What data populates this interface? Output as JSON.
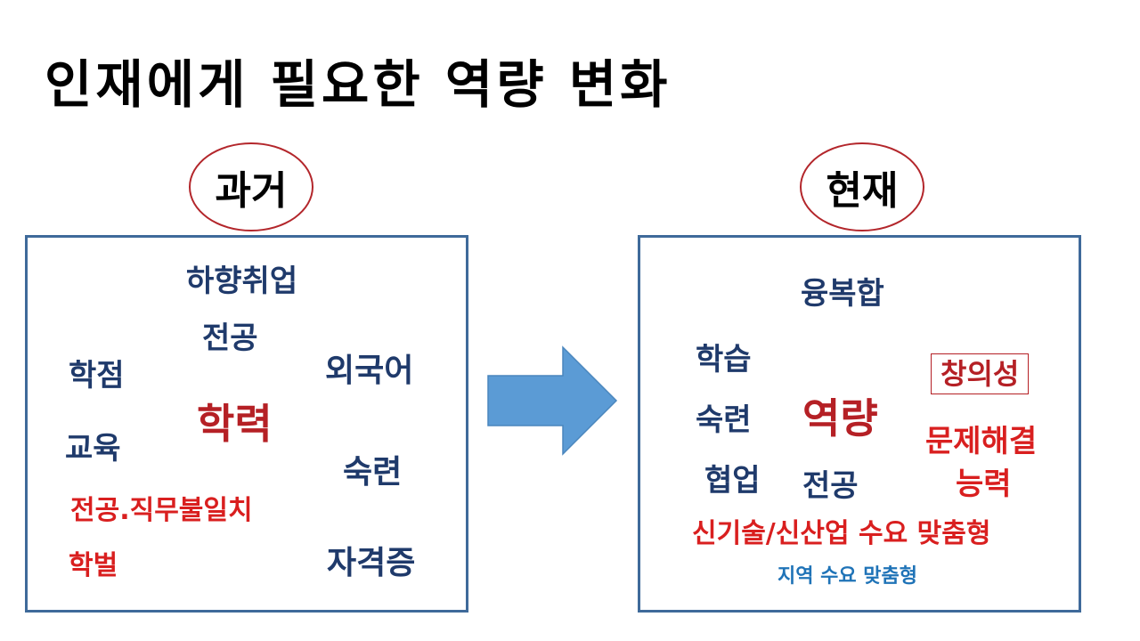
{
  "slide": {
    "title": "인재에게 필요한 역량 변화"
  },
  "past": {
    "label": "과거",
    "keywords": {
      "downward_employment": "하향취업",
      "major": "전공",
      "grades": "학점",
      "foreign_language": "외국어",
      "academic_background": "학력",
      "education": "교육",
      "skill": "숙련",
      "major_job_mismatch": "전공.직무불일치",
      "school_clique": "학벌",
      "certificate": "자격증"
    }
  },
  "present": {
    "label": "현재",
    "keywords": {
      "convergence": "융복합",
      "learning": "학습",
      "creativity": "창의성",
      "skill": "숙련",
      "competency": "역량",
      "problem_solving_line1": "문제해결",
      "problem_solving_line2": "능력",
      "collaboration": "협업",
      "major": "전공",
      "new_tech_demand": "신기술/신산업 수요 맞춤형",
      "regional_demand": "지역 수요 맞춤형"
    }
  },
  "colors": {
    "box_border": "#3f6a9a",
    "circle_border": "#b3262b",
    "arrow_fill": "#5b9bd5",
    "navy_text": "#1f3a6b",
    "red_text": "#d91f1f",
    "dark_red_text": "#b52025",
    "blue_text": "#1f73b7"
  },
  "icons": {
    "transition_arrow": "right-arrow-icon"
  }
}
